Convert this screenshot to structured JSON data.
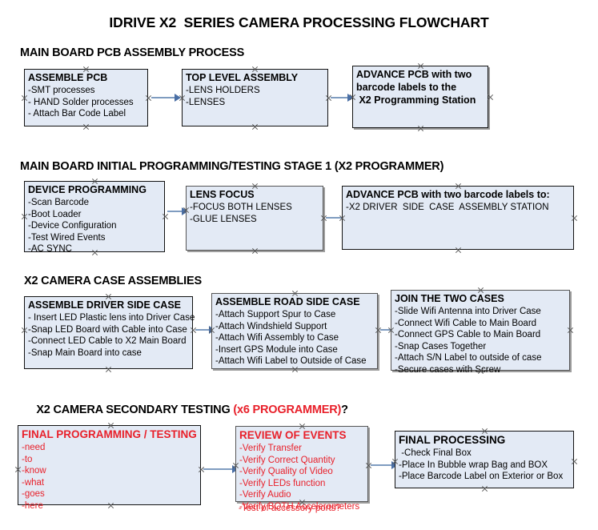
{
  "document": {
    "title": "IDRIVE X2  SERIES CAMERA PROCESSING FLOWCHART"
  },
  "sections": [
    {
      "id": "main-board-pcb-assembly",
      "heading": "MAIN BOARD PCB ASSEMBLY PROCESS",
      "nodes": [
        {
          "id": "assemble-pcb",
          "title": "ASSEMBLE PCB",
          "lines": [
            "-SMT processes",
            "- HAND Solder processes",
            "- Attach Bar Code Label"
          ]
        },
        {
          "id": "top-level-assembly",
          "title": "TOP LEVEL ASSEMBLY",
          "lines": [
            "-LENS HOLDERS",
            "-LENSES"
          ]
        },
        {
          "id": "advance-pcb-programming-station",
          "title": "ADVANCE PCB with two",
          "lines": [
            "barcode labels to the",
            " X2 Programming Station"
          ]
        }
      ]
    },
    {
      "id": "main-board-initial-programming",
      "heading": "MAIN BOARD INITIAL PROGRAMMING/TESTING STAGE 1 (X2 PROGRAMMER)",
      "nodes": [
        {
          "id": "device-programming",
          "title": "DEVICE PROGRAMMING",
          "lines": [
            "-Scan Barcode",
            "-Boot Loader",
            "-Device Configuration",
            "-Test Wired Events",
            "-AC SYNC"
          ]
        },
        {
          "id": "lens-focus",
          "title": "LENS FOCUS",
          "lines": [
            "-FOCUS BOTH LENSES",
            "-GLUE LENSES"
          ]
        },
        {
          "id": "advance-pcb-driver-side-case",
          "title": "ADVANCE PCB with two barcode labels to:",
          "lines": [
            "-X2 DRIVER  SIDE  CASE  ASSEMBLY STATION"
          ]
        }
      ]
    },
    {
      "id": "x2-camera-case-assemblies",
      "heading": "X2 CAMERA CASE ASSEMBLIES",
      "nodes": [
        {
          "id": "assemble-driver-side-case",
          "title": "ASSEMBLE DRIVER SIDE CASE",
          "lines": [
            "- Insert LED Plastic lens into Driver Case",
            "-Snap LED Board with Cable into Case",
            "-Connect LED Cable to X2 Main Board",
            "-Snap Main Board into case"
          ]
        },
        {
          "id": "assemble-road-side-case",
          "title": "ASSEMBLE ROAD SIDE CASE",
          "lines": [
            "-Attach Support Spur to Case",
            "-Attach Windshield Support",
            "-Attach Wifi Assembly to Case",
            "-Insert GPS Module into Case",
            "-Attach Wifi Label to Outside of Case"
          ]
        },
        {
          "id": "join-the-two-cases",
          "title": "JOIN THE TWO CASES",
          "lines": [
            "-Slide Wifi Antenna into Driver Case",
            "-Connect Wifi Cable to Main Board",
            "-Connect GPS Cable to Main Board",
            "-Snap Cases Together",
            "-Attach S/N Label to outside of case",
            "-Secure cases with Screw"
          ]
        }
      ]
    },
    {
      "id": "x2-camera-secondary-testing",
      "heading": "X2 CAMERA SECONDARY TESTING ",
      "heading_red": "(x6 PROGRAMMER)",
      "heading_tail": "?",
      "nodes": [
        {
          "id": "final-programming-testing",
          "title": "FINAL PROGRAMMING / TESTING",
          "lines": [
            "-need",
            "-to",
            "-know",
            "-what",
            "-goes",
            "-here"
          ]
        },
        {
          "id": "review-of-events",
          "title": "REVIEW OF EVENTS",
          "lines": [
            "-Verify Transfer",
            "-Verify Correct Quantity",
            "-Verify Quality of Video",
            "-Verify LEDs function",
            "-Verify Audio",
            "-Verify BOTH Accelerometers"
          ],
          "overflow_line": "-Test of accessory ports?"
        },
        {
          "id": "final-processing",
          "title": "FINAL PROCESSING",
          "lines": [
            " -Check Final Box",
            "-Place In Bubble wrap Bag and BOX",
            "-Place Barcode Label on Exterior or Box"
          ]
        }
      ]
    }
  ],
  "colors": {
    "node_fill": "#e3eaf5",
    "node_border": "#121212",
    "shadow": "#9a9a9a",
    "arrow": "#4a6fa5",
    "arrow_shaft": "#7f9cc0",
    "red_text": "#e8202a",
    "text": "#000000",
    "background": "#ffffff"
  }
}
